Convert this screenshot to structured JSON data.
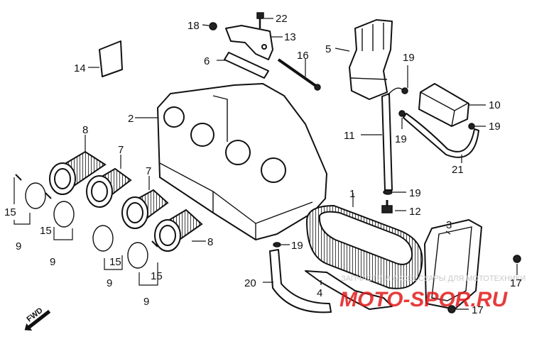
{
  "callouts": {
    "c1": "1",
    "c2": "2",
    "c3": "3",
    "c4": "4",
    "c5": "5",
    "c6": "6",
    "c7a": "7",
    "c7b": "7",
    "c8a": "8",
    "c8b": "8",
    "c9a": "9",
    "c9b": "9",
    "c9c": "9",
    "c9d": "9",
    "c10": "10",
    "c11": "11",
    "c12": "12",
    "c13": "13",
    "c14": "14",
    "c15a": "15",
    "c15b": "15",
    "c15c": "15",
    "c15d": "15",
    "c16": "16",
    "c17a": "17",
    "c17b": "17",
    "c18": "18",
    "c19a": "19",
    "c19b": "19",
    "c19c": "19",
    "c19d": "19",
    "c19e": "19",
    "c20": "20",
    "c21": "21",
    "c22": "22"
  },
  "fwd_label": "FWD",
  "watermark": {
    "small": "ЗАПЧАСТИ И АКСЕССУАРЫ ДЛЯ МОТОТЕХНИКИ",
    "big": "MOTO-SPOR.RU"
  },
  "colors": {
    "line": "#111111",
    "watermark_red": "#e21b1b",
    "watermark_grey": "#c9c9c9"
  }
}
